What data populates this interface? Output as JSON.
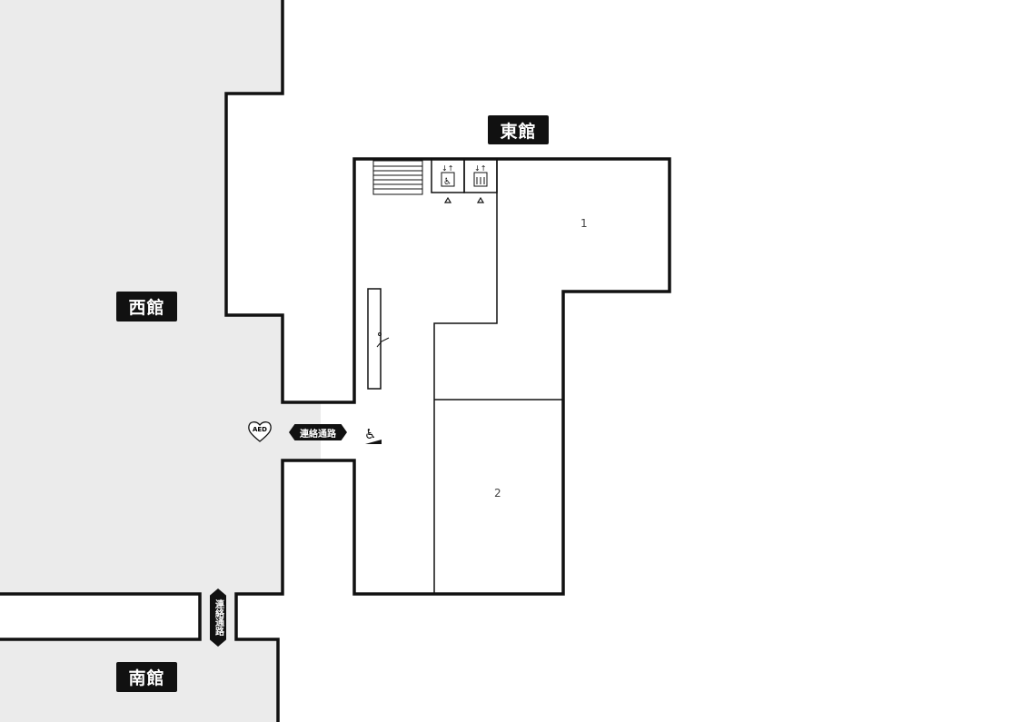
{
  "buildings": {
    "east": "東館",
    "west": "西館",
    "south": "南館"
  },
  "rooms": [
    "1",
    "2"
  ],
  "connectors": {
    "horizontal": "連絡通路",
    "vertical": "連絡通路"
  },
  "aed": "AED",
  "icons": [
    "stairs-icon",
    "accessible-elevator-icon",
    "elevator-icon",
    "escalator-icon",
    "wheelchair-ramp-icon",
    "aed-heart-icon"
  ],
  "colors": {
    "outside": "#ebebeb",
    "wall": "#111111",
    "label_bg": "#111111"
  }
}
